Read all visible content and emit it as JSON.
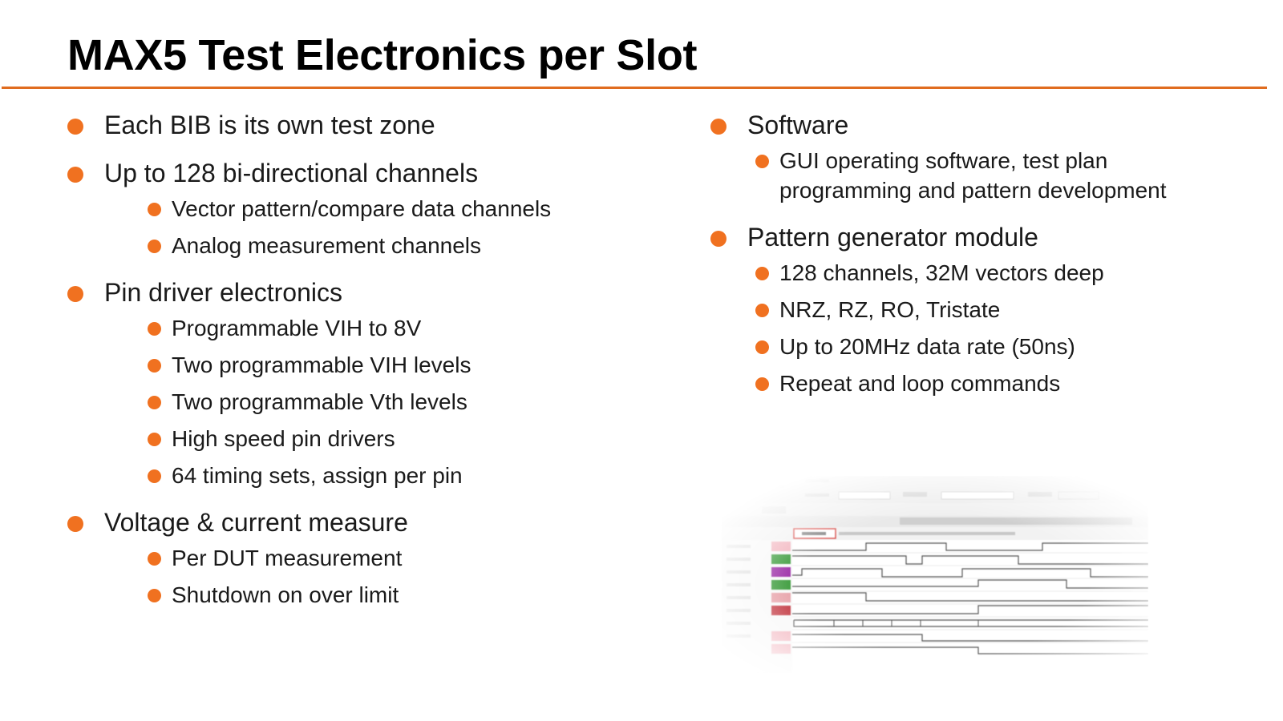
{
  "title": "MAX5 Test Electronics per Slot",
  "colors": {
    "accent": "#f07120",
    "rule": "#e06c1f"
  },
  "left": {
    "l1_0": "Each BIB is its own test zone",
    "l1_1": "Up to 128 bi-directional channels",
    "l2_1_0": "Vector pattern/compare data channels",
    "l2_1_1": "Analog measurement channels",
    "l1_2": "Pin driver electronics",
    "l2_2_0": "Programmable VIH to 8V",
    "l2_2_1": "Two programmable VIH levels",
    "l2_2_2": "Two programmable Vth levels",
    "l2_2_3": "High speed pin drivers",
    "l2_2_4": "64 timing sets, assign per pin",
    "l1_3": "Voltage & current measure",
    "l2_3_0": "Per DUT measurement",
    "l2_3_1": "Shutdown on over limit"
  },
  "right": {
    "l1_0": "Software",
    "l2_0_0": "GUI operating software, test plan programming and pattern development",
    "l1_1": "Pattern generator module",
    "l2_1_0": "128 channels, 32M vectors deep",
    "l2_1_1": "NRZ, RZ, RO, Tristate",
    "l2_1_2": "Up to 20MHz data rate (50ns)",
    "l2_1_3": "Repeat and loop commands"
  }
}
